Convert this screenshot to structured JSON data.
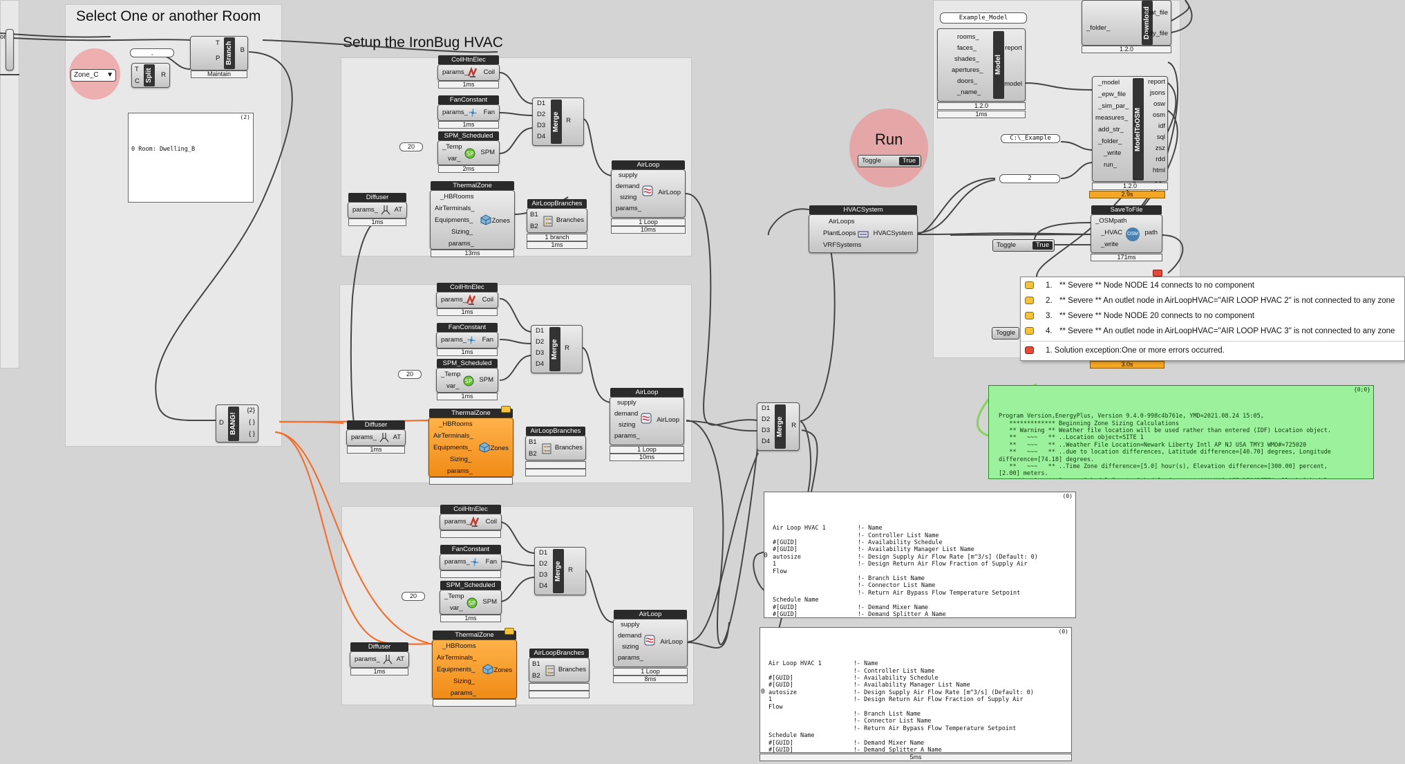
{
  "groups": {
    "room_title": "Select One or another Room",
    "hvac_title": "Setup the IronBug HVAC",
    "run_label": "Run"
  },
  "left": {
    "partial_label": "oms",
    "zone_value": "Zone_C",
    "zone_arrow": "▼",
    "split_label": "Split",
    "split_inputs": [
      "T",
      "C"
    ],
    "split_output": "R",
    "comma_value": ",",
    "branch_label": "Branch",
    "branch_inputs": [
      "T",
      "P"
    ],
    "branch_output": "B",
    "branch_footer": "Maintain",
    "room_panel_count": "(2)",
    "room_panel_text": "0 Room: Dwelling_B",
    "bang_label": "BANG!",
    "bang_input": "D",
    "bang_outputs": [
      "{2}",
      "{ }",
      "{ }"
    ]
  },
  "sections": [
    {
      "coil": {
        "title": "CoilHtnElec",
        "input": "params_",
        "output": "Coil",
        "footer": "1ms"
      },
      "fan": {
        "title": "FanConstant",
        "input": "params_",
        "output": "Fan",
        "footer": "1ms"
      },
      "spm": {
        "title": "SPM_Scheduled",
        "inputs": [
          "_Temp",
          "var_"
        ],
        "output": "SPM",
        "footer": "2ms",
        "number": "20"
      },
      "merge": {
        "inputs": [
          "D1",
          "D2",
          "D3",
          "D4"
        ],
        "label": "Merge",
        "output": "R"
      },
      "diffuser": {
        "title": "Diffuser",
        "input": "params_",
        "output": "AT",
        "footer": "1ms"
      },
      "thermal": {
        "title": "ThermalZone",
        "inputs": [
          "_HBRooms",
          "AirTerminals_",
          "Equipments_",
          "Sizing_",
          "params_"
        ],
        "output": "Zones",
        "footer": "13ms"
      },
      "branches": {
        "title": "AirLoopBranches",
        "inputs": [
          "B1",
          "B2"
        ],
        "output": "Branches",
        "footer": "1 branch",
        "footer2": "1ms"
      },
      "airloop": {
        "title": "AirLoop",
        "inputs": [
          "supply",
          "demand",
          "sizing",
          "params_"
        ],
        "output": "AirLoop",
        "footer": "1 Loop",
        "footer2": "10ms"
      }
    },
    {
      "coil": {
        "title": "CoilHtnElec",
        "input": "params_",
        "output": "Coil",
        "footer": "1ms"
      },
      "fan": {
        "title": "FanConstant",
        "input": "params_",
        "output": "Fan",
        "footer": "1ms"
      },
      "spm": {
        "title": "SPM_Scheduled",
        "inputs": [
          "_Temp",
          "var_"
        ],
        "output": "SPM",
        "footer": "1ms",
        "number": "20"
      },
      "merge": {
        "inputs": [
          "D1",
          "D2",
          "D3",
          "D4"
        ],
        "label": "Merge",
        "output": "R"
      },
      "diffuser": {
        "title": "Diffuser",
        "input": "params_",
        "output": "AT",
        "footer": "1ms"
      },
      "thermal": {
        "title": "ThermalZone",
        "inputs": [
          "_HBRooms",
          "AirTerminals_",
          "Equipments_",
          "Sizing_",
          "params_"
        ],
        "output": "Zones",
        "footer": ""
      },
      "branches": {
        "title": "AirLoopBranches",
        "inputs": [
          "B1",
          "B2"
        ],
        "output": "Branches",
        "footer": "",
        "footer2": ""
      },
      "airloop": {
        "title": "AirLoop",
        "inputs": [
          "supply",
          "demand",
          "sizing",
          "params_"
        ],
        "output": "AirLoop",
        "footer": "1 Loop",
        "footer2": "10ms"
      }
    },
    {
      "coil": {
        "title": "CoilHtnElec",
        "input": "params_",
        "output": "Coil",
        "footer": ""
      },
      "fan": {
        "title": "FanConstant",
        "input": "params_",
        "output": "Fan",
        "footer": ""
      },
      "spm": {
        "title": "SPM_Scheduled",
        "inputs": [
          "_Temp",
          "var_"
        ],
        "output": "SPM",
        "footer": "1ms",
        "number": "20"
      },
      "merge": {
        "inputs": [
          "D1",
          "D2",
          "D3",
          "D4"
        ],
        "label": "Merge",
        "output": "R"
      },
      "diffuser": {
        "title": "Diffuser",
        "input": "params_",
        "output": "AT",
        "footer": "1ms"
      },
      "thermal": {
        "title": "ThermalZone",
        "inputs": [
          "_HBRooms",
          "AirTerminals_",
          "Equipments_",
          "Sizing_",
          "params_"
        ],
        "output": "Zones",
        "footer": ""
      },
      "branches": {
        "title": "AirLoopBranches",
        "inputs": [
          "B1",
          "B2"
        ],
        "output": "Branches",
        "footer": "",
        "footer2": ""
      },
      "airloop": {
        "title": "AirLoop",
        "inputs": [
          "supply",
          "demand",
          "sizing",
          "params_"
        ],
        "output": "AirLoop",
        "footer": "1 Loop",
        "footer2": "8ms"
      }
    }
  ],
  "merge_main": {
    "inputs": [
      "D1",
      "D2",
      "D3",
      "D4"
    ],
    "label": "Merge",
    "output": "R"
  },
  "hvac_system": {
    "title": "HVACSystem",
    "inputs": [
      "AirLoops",
      "PlantLoops",
      "VRFSystems"
    ],
    "output": "HVACSystem"
  },
  "model": {
    "name_value": "Example_Model",
    "inputs": [
      "rooms_",
      "faces_",
      "shades_",
      "apertures_",
      "doors_",
      "_name_"
    ],
    "outputs": [
      "report",
      "model"
    ],
    "label": "Model",
    "version": "1.2.0",
    "footer": "1ms"
  },
  "download": {
    "label": "Download",
    "inputs": [
      "_folder_"
    ],
    "outputs": [
      "stat_file",
      "ddy_file"
    ],
    "version": "1.2.0"
  },
  "model_to_osm": {
    "label": "ModelToOSM",
    "inputs": [
      "_model",
      "_epw_file",
      "_sim_par_",
      "measures_",
      "add_str_",
      "_folder_",
      "_write",
      "run_"
    ],
    "outputs": [
      "report",
      "jsons",
      "osw",
      "osm",
      "idf",
      "sql",
      "zsz",
      "rdd",
      "html"
    ],
    "version": "1.2.0",
    "footer": "2.9s"
  },
  "folder_value": "C:\\_Example",
  "number_2": "2",
  "run_toggle": {
    "label": "Toggle",
    "value": "True"
  },
  "save_to_file": {
    "title": "SaveToFile",
    "inputs": [
      "_OSMpath",
      "_HVAC",
      "_write"
    ],
    "output": "path",
    "footer": "171ms",
    "icon_text": "OSM"
  },
  "save_toggle": {
    "label": "Toggle",
    "value": "True"
  },
  "third_toggle": {
    "label": "Toggle"
  },
  "third_footer": "3.0s",
  "errors": [
    {
      "num": "1.",
      "text": "** Severe  ** Node NODE 14 connects to no component"
    },
    {
      "num": "2.",
      "text": "** Severe  ** An outlet node in AirLoopHVAC=\"AIR LOOP HVAC 2\" is not connected to any zone"
    },
    {
      "num": "3.",
      "text": "** Severe  ** Node NODE 20 connects to no component"
    },
    {
      "num": "4.",
      "text": "** Severe  ** An outlet node in AirLoopHVAC=\"AIR LOOP HVAC 3\" is not connected to any zone"
    }
  ],
  "exception": "1. Solution exception:One or more errors occurred.",
  "eplus_panel": {
    "count": "{0;0}",
    "text": "Program Version,EnergyPlus, Version 9.4.0-998c4b761e, YMD=2021.08.24 15:05,\n   ************* Beginning Zone Sizing Calculations\n   ** Warning ** Weather file location will be used rather than entered (IDF) Location object.\n   **   ~~~   ** ..Location object=SITE 1\n   **   ~~~   ** ..Weather File Location=Newark Liberty Intl AP NJ USA TMY3 WMO#=725020\n   **   ~~~   ** ..due to location differences, Latitude difference=[40.70] degrees, Longitude\ndifference=[74.18] degrees.\n   **   ~~~   ** ..Time Zone difference=[5.0] hour(s), Elevation difference=[300.00] percent,\n[2.00] meters.\n   ** Warning ** ProcessScheduleInput: Schedule:Constant=\"ALWAYS OFF DISCRETE\", Blank Schedule\nType Limits Name input -- will not be validated.\n   ** Warning ** ProcessScheduleInput: Schedule:Constant=\"ALWAYS ON CONTINUOUS\", Blank Schedule"
  },
  "loop_panel_1": {
    "count": "(0)",
    "index": "0",
    "text": "Air Loop HVAC 1         !- Name\n                        !- Controller List Name\n#[GUID]                 !- Availability Schedule\n#[GUID]                 !- Availability Manager List Name\nautosize                !- Design Supply Air Flow Rate [m^3/s] (Default: 0)\n1                       !- Design Return Air Flow Fraction of Supply Air\nFlow\n                        !- Branch List Name\n                        !- Connector List Name\n                        !- Return Air Bypass Flow Temperature Setpoint\nSchedule Name\n#[GUID]                 !- Demand Mixer Name\n#[GUID]                 !- Demand Splitter A Name\n                        !- Demand Splitter B Name\n                        !- Supply Splitter Name"
  },
  "loop_panel_2": {
    "count": "(0)",
    "index": "0",
    "footer": "5ms",
    "text": "Air Loop HVAC 1         !- Name\n                        !- Controller List Name\n#[GUID]                 !- Availability Schedule\n#[GUID]                 !- Availability Manager List Name\nautosize                !- Design Supply Air Flow Rate [m^3/s] (Default: 0)\n1                       !- Design Return Air Flow Fraction of Supply Air\nFlow\n                        !- Branch List Name\n                        !- Connector List Name\n                        !- Return Air Bypass Flow Temperature Setpoint\nSchedule Name\n#[GUID]                 !- Demand Mixer Name\n#[GUID]                 !- Demand Splitter A Name\n                        !- Demand Splitter B Name\n                        !- Supply Splitter Name"
  },
  "colors": {
    "canvas": "#d4d4d4",
    "group": "#e8e8e8",
    "selected": "#f5a623",
    "wire": "#444444",
    "wire_active": "#f07030",
    "wire_green": "#86d35c"
  }
}
